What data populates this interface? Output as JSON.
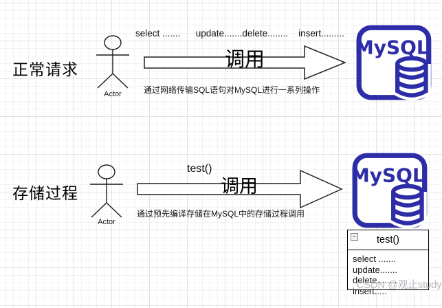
{
  "diagram": {
    "rows": [
      {
        "label": "正常请求",
        "actor_label": "Actor",
        "statement": "select .......      update.......delete........    insert.........",
        "arrow_label": "调用",
        "caption": "通过网络传输SQL语句对MySQL进行一系列操作",
        "logo_text": "MySQL"
      },
      {
        "label": "存储过程",
        "actor_label": "Actor",
        "statement": "test()",
        "arrow_label": "调用",
        "caption": "通过预先编译存储在MySQL中的存储过程调用",
        "logo_text": "MySQL"
      }
    ],
    "procedure_box": {
      "collapse_icon": "−",
      "title": "test()",
      "lines": [
        "select .......",
        "update.......",
        "delete........",
        "insert....."
      ]
    },
    "watermark": "CSDN @观止study",
    "colors": {
      "mysql_blue": "#2d2da8",
      "watermark": "#b5b5bc"
    }
  }
}
